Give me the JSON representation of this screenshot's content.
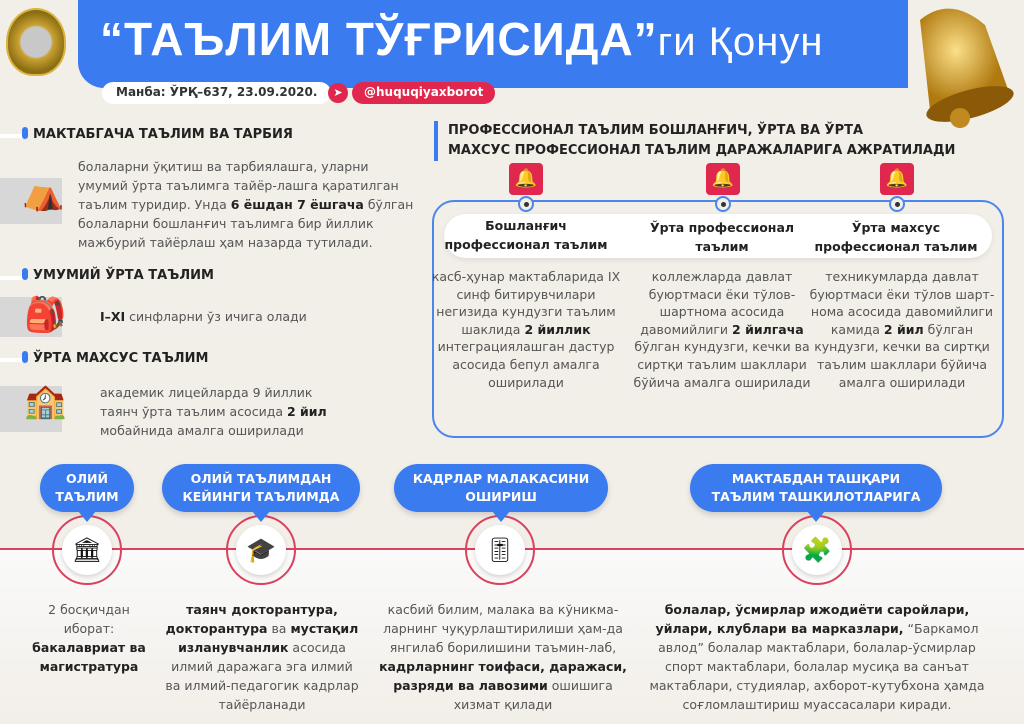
{
  "header": {
    "title_main": "“ТАЪЛИМ ТЎҒРИСИДА”",
    "title_sub": "ги Қонун",
    "source": "Манба: ЎРҚ–637, 23.09.2020.",
    "handle": "@huquqiyaxborot",
    "logo_text": "emblem",
    "icons": {
      "telegram": "telegram-icon",
      "bell": "bell-icon"
    }
  },
  "left": {
    "preschool": {
      "heading": "МАКТАБГАЧА ТАЪЛИМ ВА ТАРБИЯ",
      "t": [
        "болаларни ўқитиш ва тарбиялашга, уларни умумий ўрта таълимга тайёр-лашга қаратилган таълим туридир. Унда ",
        "6 ёшдан 7 ёшгача",
        " бўлган болаларни бошланғич таълимга бир йиллик мажбурий тайёрлаш ҳам назарда тутилади."
      ]
    },
    "general": {
      "heading": "УМУМИЙ ЎРТА ТАЪЛИМ",
      "t": [
        "I–XI",
        " синфларни ўз ичига олади"
      ]
    },
    "special": {
      "heading": "ЎРТА МАХСУС ТАЪЛИМ",
      "t": [
        "академик лицейларда 9 йиллик таянч ўрта таълим асосида ",
        "2 йил",
        " мобайнида амалга оширилади"
      ]
    }
  },
  "professional": {
    "heading_1": "ПРОФЕССИОНАЛ ТАЪЛИМ БОШЛАНҒИЧ, ЎРТА ВА ЎРТА",
    "heading_2": "МАХСУС ПРОФЕССИОНАЛ ТАЪЛИМ ДАРАЖАЛАРИГА АЖРАТИЛАДИ",
    "columns": [
      {
        "title": "Бошланғич профессионал таълим",
        "t": [
          "касб-ҳунар мактабларида IX синф битирувчилари негизида кундузги таълим шаклида ",
          "2 йиллик",
          " интеграциялашган дастур асосида бепул амалга оширилади"
        ]
      },
      {
        "title": "Ўрта профессионал таълим",
        "t": [
          "коллежларда давлат буюртмаси ёки тўлов-шартнома асосида давомийлиги ",
          "2 йилгача",
          " бўлган кундузги, кечки ва сиртқи таълим шакллари бўйича амалга оширилади"
        ]
      },
      {
        "title": "Ўрта махсус профессионал таълим",
        "t": [
          "техникумларда давлат буюртмаси ёки тўлов шарт-нома асосида давомийлиги камида ",
          "2 йил",
          " бўлган кундузги, кечки ва сиртқи таълим шакллари бўйича амалга оширилади"
        ]
      }
    ]
  },
  "timeline": [
    {
      "label": "ОЛИЙ ТАЪЛИМ",
      "t": [
        "2 босқичдан иборат: ",
        "бакалавриат ва магистратура",
        ""
      ]
    },
    {
      "label": "ОЛИЙ ТАЪЛИМДАН КЕЙИНГИ ТАЪЛИМДА",
      "t": [
        "",
        "таянч докторантура, докторантура",
        " ва ",
        "мустақил изланувчанлик",
        " асосида илмий даражага эга илмий ва илмий-педагогик кадрлар тайёрланади"
      ]
    },
    {
      "label": "КАДРЛАР МАЛАКАСИНИ ОШИРИШ",
      "t": [
        "касбий билим, малака ва кўникма-ларнинг чуқурлаштирилиши ҳам-да янгилаб борилишини таъмин-лаб, ",
        "кадрларнинг тоифаси, даражаси, разряди ва лавозими",
        " ошишига хизмат қилади"
      ]
    },
    {
      "label": "МАКТАБДАН ТАШҚАРИ ТАЪЛИМ ТАШКИЛОТЛАРИГА",
      "t": [
        "",
        "болалар, ўсмирлар ижодиёти саройлари, уйлари, клублари ва марказлари,",
        " “Баркамол авлод” болалар мактаблари, болалар-ўсмирлар спорт мактаблари, болалар мусиқа ва санъат мактаблари, студиялар, ахборот-кутубхона ҳамда соғломлаштириш муассасалари киради."
      ]
    }
  ],
  "colors": {
    "blue": "#3a7bf0",
    "red": "#e0284f",
    "bg": "#f2eee8"
  }
}
